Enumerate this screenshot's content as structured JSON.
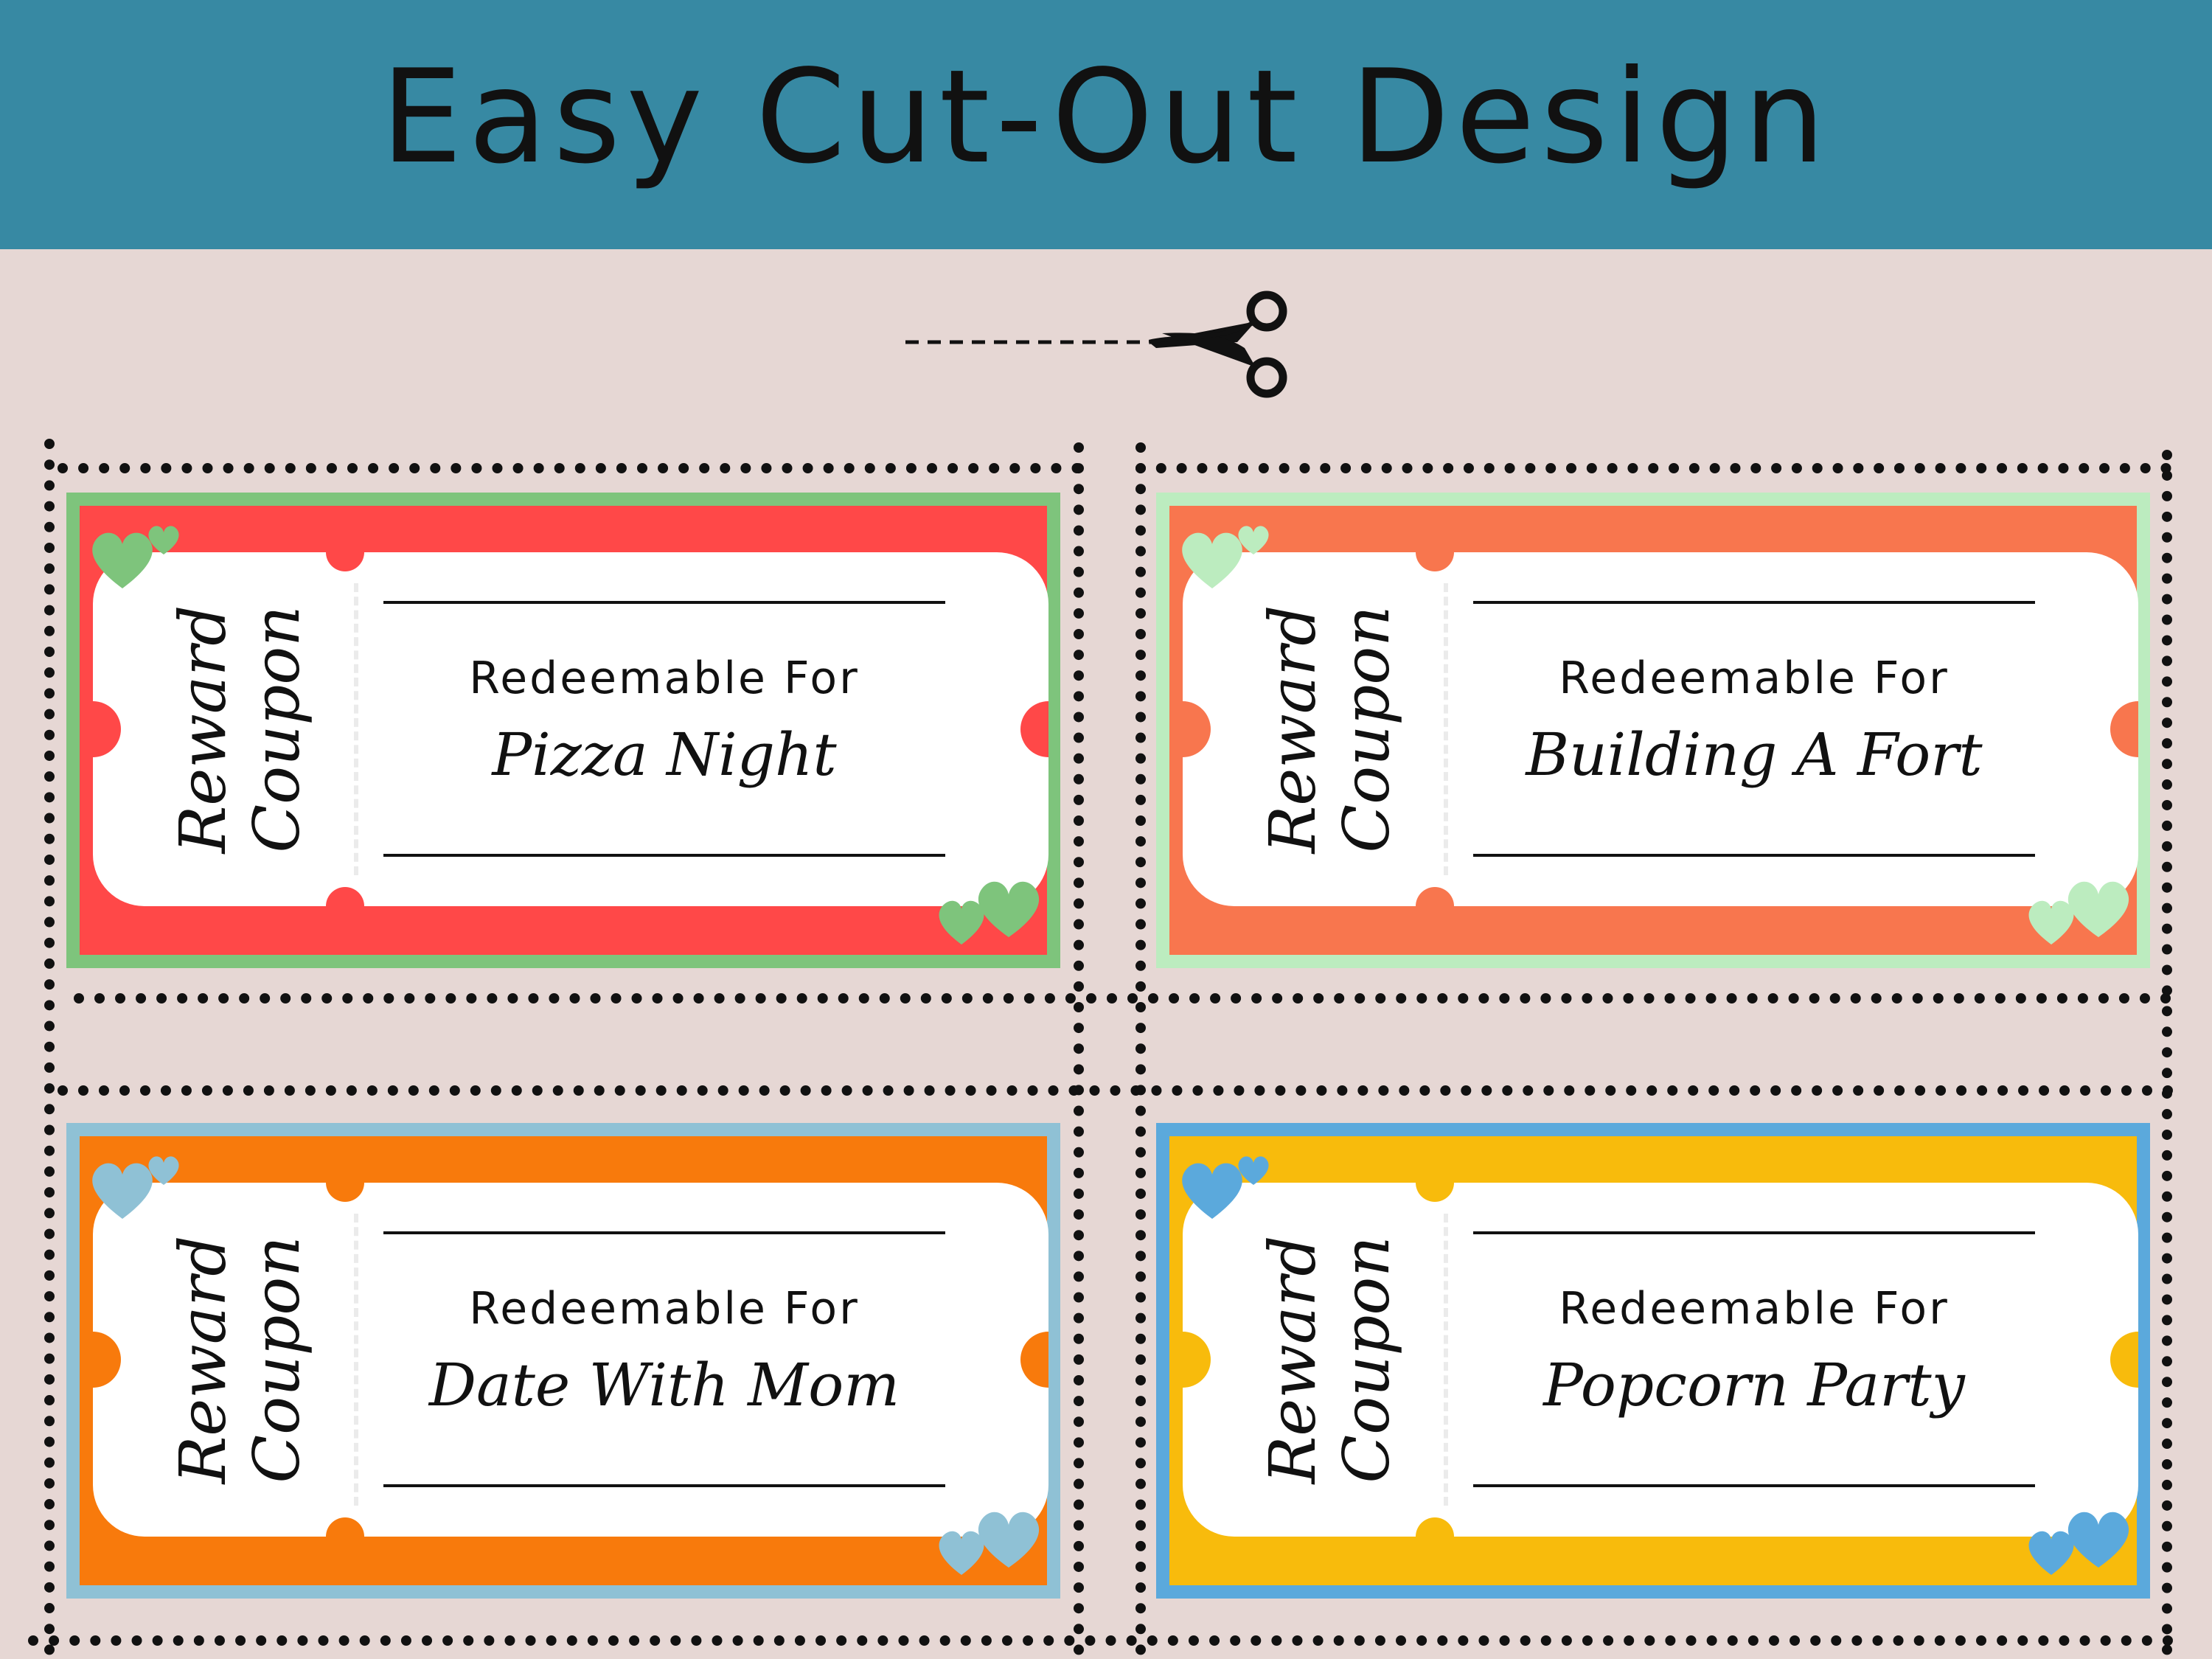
{
  "banner": {
    "title": "Easy Cut-Out Design",
    "color": "#3789a3"
  },
  "cut_hint": {
    "icon": "scissors-icon"
  },
  "coupons": [
    {
      "stub_line1": "Reward",
      "stub_line2": "Coupon",
      "label": "Redeemable For",
      "reward": "Pizza Night",
      "fill_color": "#ff4848",
      "border_color": "#7ec47c",
      "heart_color": "#7ec47c"
    },
    {
      "stub_line1": "Reward",
      "stub_line2": "Coupon",
      "label": "Redeemable For",
      "reward": "Building A Fort",
      "fill_color": "#f8764e",
      "border_color": "#bcecbf",
      "heart_color": "#bcecbf"
    },
    {
      "stub_line1": "Reward",
      "stub_line2": "Coupon",
      "label": "Redeemable For",
      "reward": "Date With Mom",
      "fill_color": "#f87a0c",
      "border_color": "#8fc1d5",
      "heart_color": "#8fc1d5"
    },
    {
      "stub_line1": "Reward",
      "stub_line2": "Coupon",
      "label": "Redeemable For",
      "reward": "Popcorn Party",
      "fill_color": "#f8bb0c",
      "border_color": "#5ba9dc",
      "heart_color": "#5ba9dc"
    }
  ]
}
